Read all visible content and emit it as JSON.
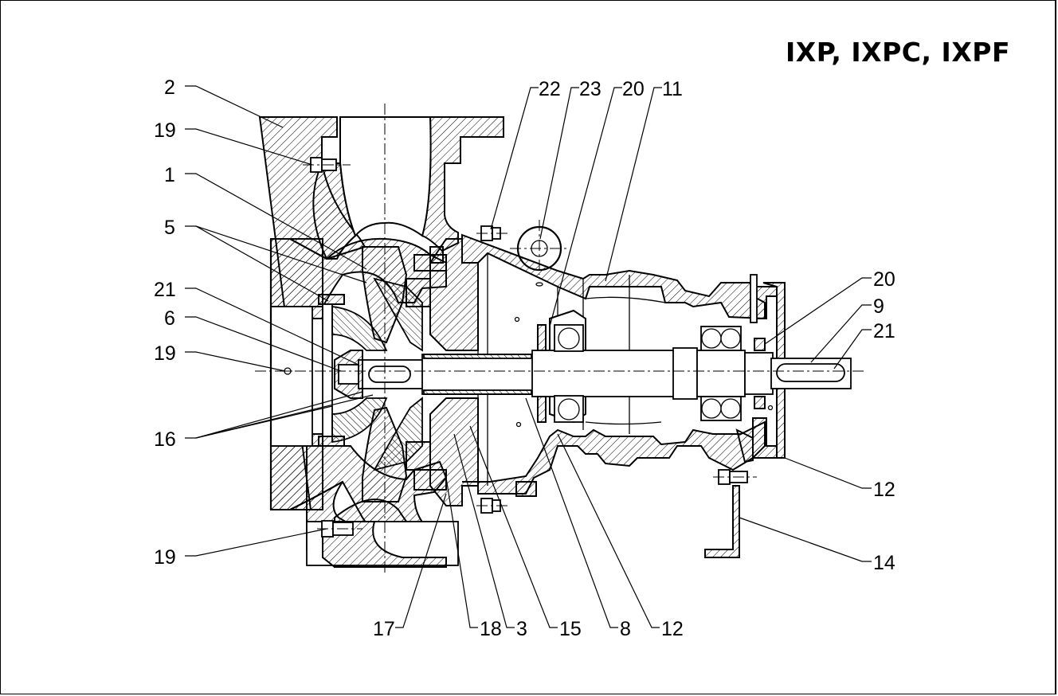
{
  "title": "IXP, IXPC, IXPF",
  "callouts": {
    "c2": "2",
    "c19a": "19",
    "c1": "1",
    "c5": "5",
    "c21a": "21",
    "c6": "6",
    "c19b": "19",
    "c16": "16",
    "c19c": "19",
    "c22": "22",
    "c23": "23",
    "c20a": "20",
    "c11": "11",
    "c20b": "20",
    "c9": "9",
    "c21b": "21",
    "c12a": "12",
    "c14": "14",
    "c17": "17",
    "c18": "18",
    "c3": "3",
    "c15": "15",
    "c8": "8",
    "c12b": "12"
  }
}
